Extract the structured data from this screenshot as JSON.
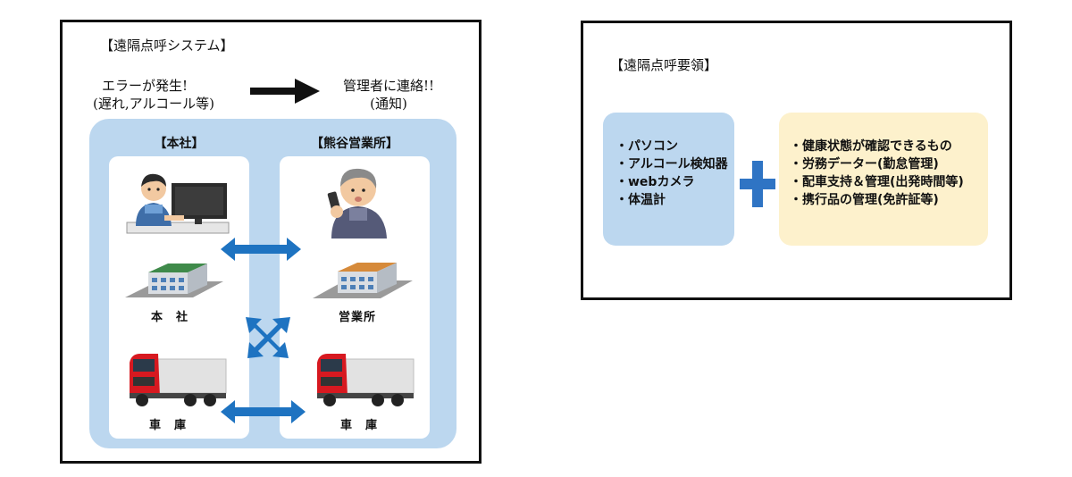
{
  "left_panel": {
    "title": "【遠隔点呼システム】",
    "error_line1": "エラーが発生!",
    "error_line2": "(遅れ,アルコール等)",
    "notify_line1": "管理者に連絡!!",
    "notify_line2": "(通知)",
    "head_office_header": "【本社】",
    "branch_header": "【熊谷営業所】",
    "head_office_building_label": "本　社",
    "branch_building_label": "営業所",
    "garage_label_left": "車　庫",
    "garage_label_right": "車　庫"
  },
  "right_panel": {
    "title": "【遠隔点呼要領】",
    "equipment_items": [
      "・パソコン",
      "・アルコール検知器",
      "・webカメラ",
      "・体温計"
    ],
    "requirement_items": [
      "・健康状態が確認できるもの",
      "・労務データー(勤怠管理)",
      "・配車支持＆管理(出発時間等)",
      "・携行品の管理(免許証等)"
    ]
  },
  "colors": {
    "light_blue_area": "#bcd7ef",
    "equipment_box": "#bcd7ef",
    "requirement_box": "#fdf1cc",
    "arrow_blue": "#1e73c1",
    "plus_blue": "#2f74c4",
    "truck_red": "#d71920"
  }
}
